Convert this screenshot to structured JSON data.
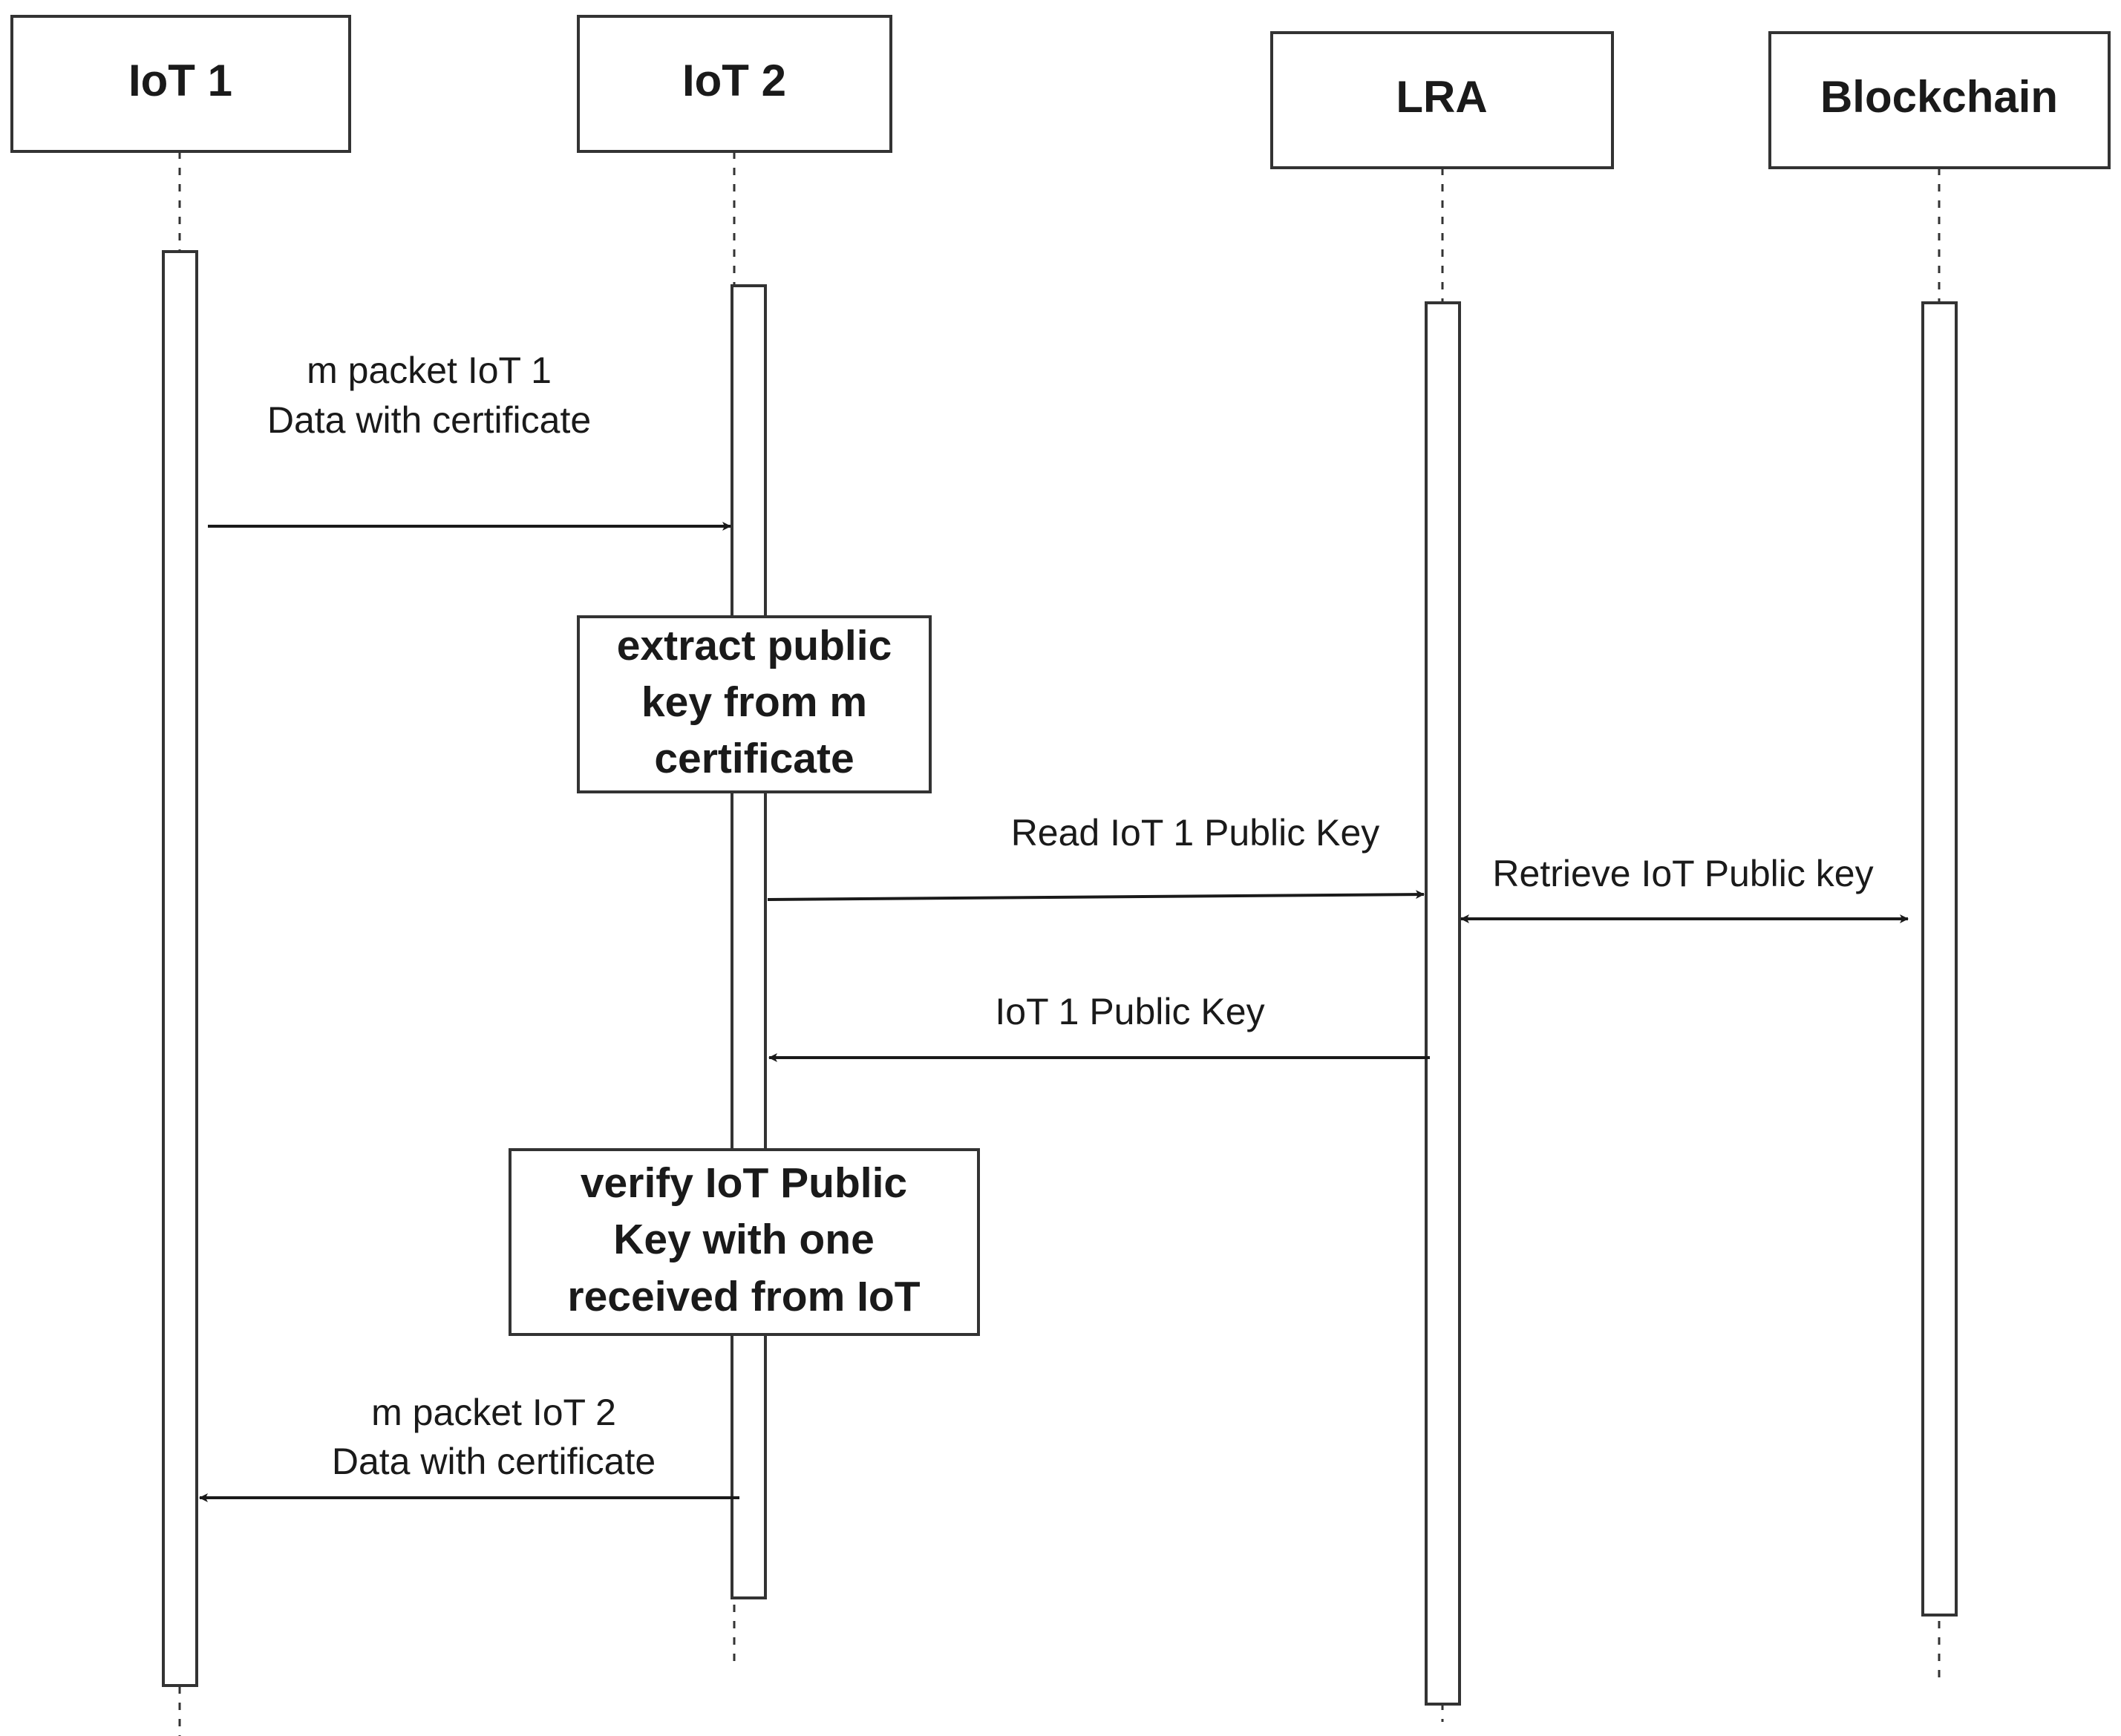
{
  "participants": [
    {
      "id": "iot1",
      "label": "IoT 1"
    },
    {
      "id": "iot2",
      "label": "IoT 2"
    },
    {
      "id": "lra",
      "label": "LRA"
    },
    {
      "id": "blockchain",
      "label": "Blockchain"
    }
  ],
  "messages": [
    {
      "id": "msg1",
      "lines": [
        "m packet IoT 1",
        "Data with certificate"
      ]
    },
    {
      "id": "msg2",
      "lines": [
        "Read IoT 1 Public Key"
      ]
    },
    {
      "id": "msg3",
      "lines": [
        "Retrieve IoT Public key"
      ]
    },
    {
      "id": "msg4",
      "lines": [
        "IoT 1 Public Key"
      ]
    },
    {
      "id": "msg5",
      "lines": [
        "m packet IoT 2",
        "Data with certificate"
      ]
    }
  ],
  "notes": [
    {
      "id": "note1",
      "lines": [
        "extract public",
        "key from m",
        "certificate"
      ]
    },
    {
      "id": "note2",
      "lines": [
        "verify IoT Public",
        "Key with one",
        "received from IoT"
      ]
    }
  ]
}
